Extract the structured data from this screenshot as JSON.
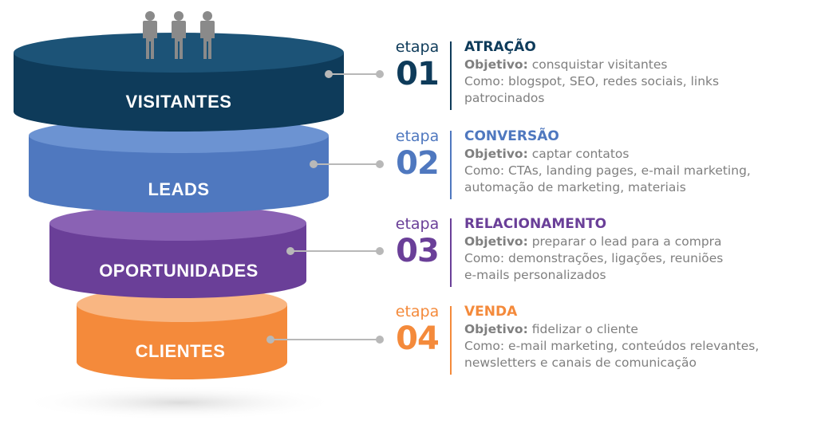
{
  "funnel": {
    "layers": [
      {
        "label": "VISITANTES",
        "color": "#0e3b5a"
      },
      {
        "label": "LEADS",
        "color": "#4f78bf"
      },
      {
        "label": "OPORTUNIDADES",
        "color": "#6a3f98"
      },
      {
        "label": "CLIENTES",
        "color": "#f48a3b"
      }
    ]
  },
  "stages": [
    {
      "etapa": "etapa",
      "number": "01",
      "title": "ATRAÇÃO",
      "color": "#0e3b5a",
      "objective_label": "Objetivo:",
      "objective": "consquistar visitantes",
      "lines": [
        "Como: blogspot, SEO, redes sociais, links",
        "patrocinados"
      ]
    },
    {
      "etapa": "etapa",
      "number": "02",
      "title": "CONVERSÃO",
      "color": "#4f78bf",
      "objective_label": "Objetivo:",
      "objective": "captar contatos",
      "lines": [
        "Como: CTAs, landing pages, e-mail marketing,",
        "automação de marketing, materiais"
      ]
    },
    {
      "etapa": "etapa",
      "number": "03",
      "title": "RELACIONAMENTO",
      "color": "#6a3f98",
      "objective_label": "Objetivo:",
      "objective": "preparar o lead para a compra",
      "lines": [
        "Como: demonstrações, ligações, reuniões",
        "e-mails personalizados"
      ]
    },
    {
      "etapa": "etapa",
      "number": "04",
      "title": "VENDA",
      "color": "#f48a3b",
      "objective_label": "Objetivo:",
      "objective": "fidelizar o cliente",
      "lines": [
        "Como: e-mail marketing, conteúdos relevantes,",
        "newsletters e canais de comunicação"
      ]
    }
  ],
  "icons": [
    "person-icon",
    "person-icon",
    "person-icon"
  ]
}
